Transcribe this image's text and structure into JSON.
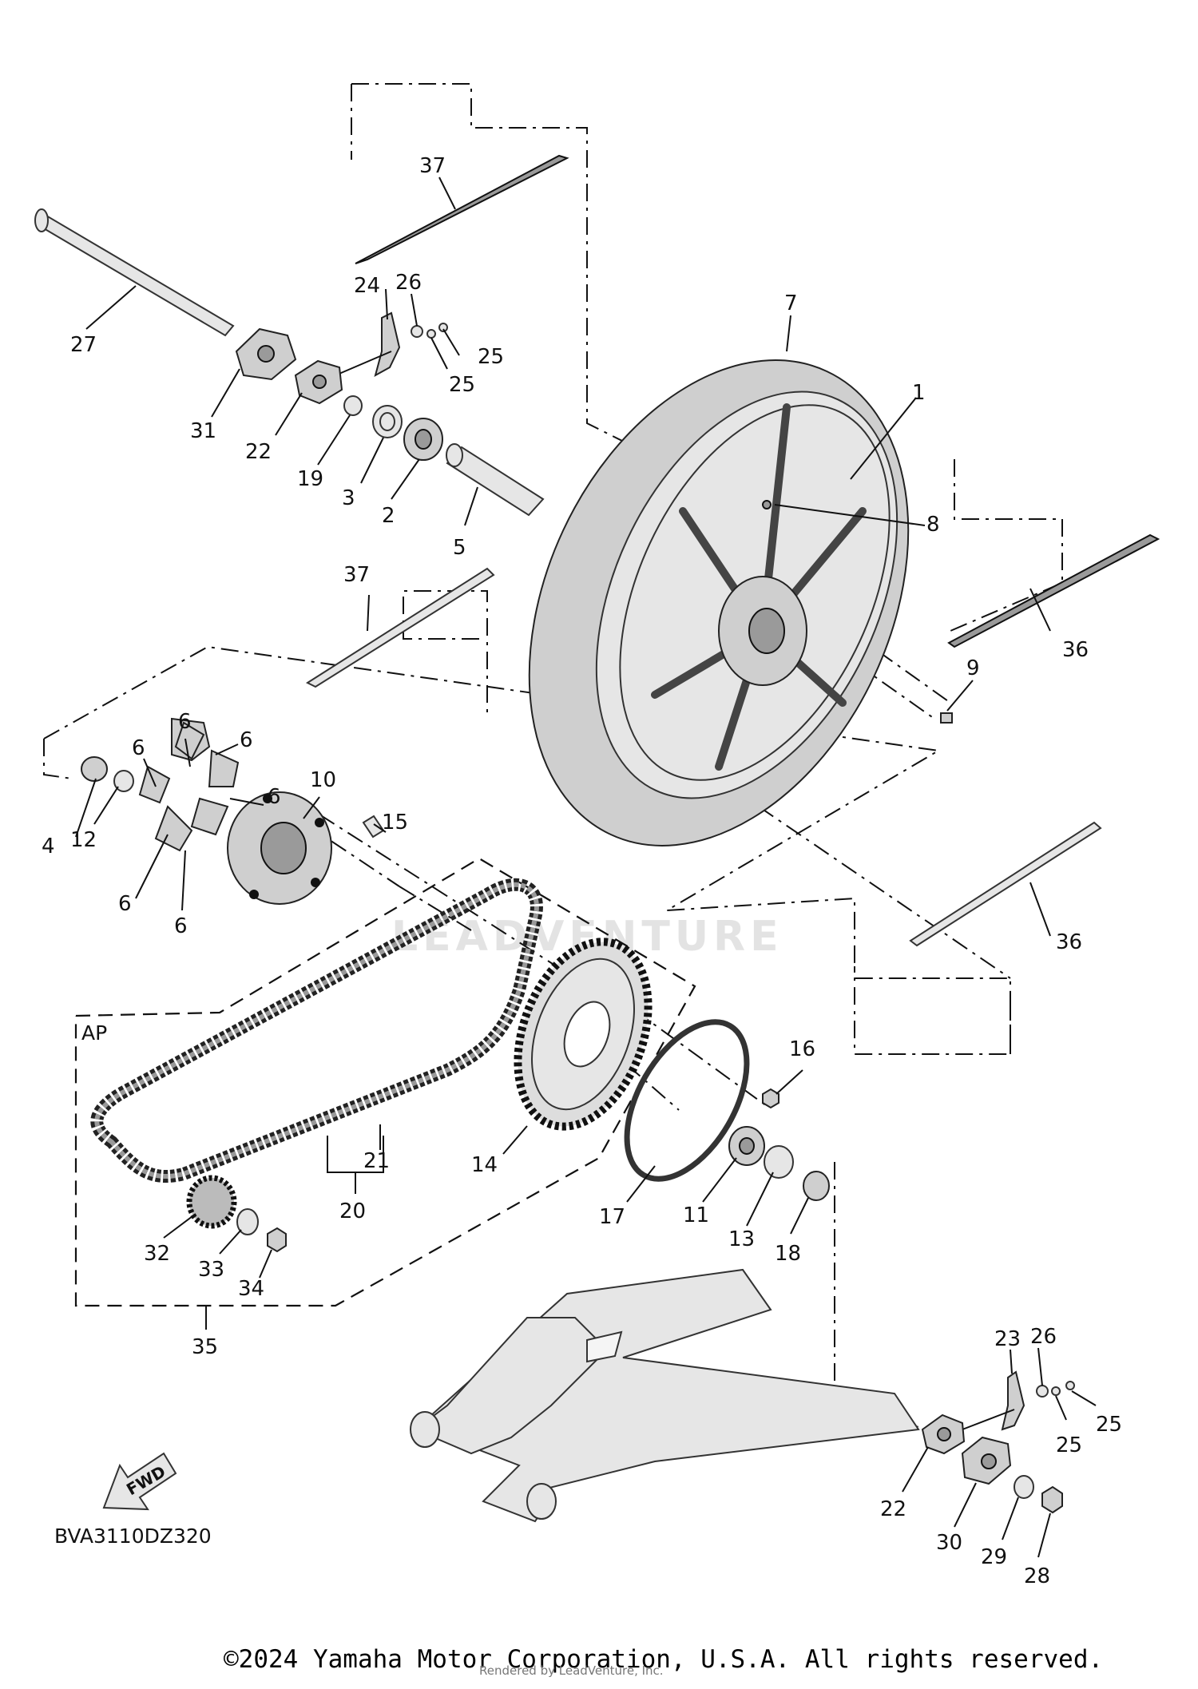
{
  "diagram_code": "BVA3110DZ320",
  "assembly_label": "AP",
  "fwd_label": "FWD",
  "watermark_text": "LEADVENTURE",
  "copyright": "©2024 Yamaha Motor Corporation, U.S.A. All rights reserved.",
  "rendered_by": "Rendered by LeadVenture, Inc.",
  "callouts": {
    "c1": "1",
    "c2": "2",
    "c3": "3",
    "c4": "4",
    "c5": "5",
    "c6a": "6",
    "c6b": "6",
    "c6c": "6",
    "c6d": "6",
    "c6e": "6",
    "c6f": "6",
    "c7": "7",
    "c8": "8",
    "c9": "9",
    "c10": "10",
    "c11": "11",
    "c12": "12",
    "c13": "13",
    "c14": "14",
    "c15": "15",
    "c16": "16",
    "c17": "17",
    "c18": "18",
    "c19": "19",
    "c20": "20",
    "c21": "21",
    "c22a": "22",
    "c22b": "22",
    "c23": "23",
    "c24": "24",
    "c25a": "25",
    "c25b": "25",
    "c25c": "25",
    "c25d": "25",
    "c26a": "26",
    "c26b": "26",
    "c27": "27",
    "c28": "28",
    "c29": "29",
    "c30": "30",
    "c31": "31",
    "c32": "32",
    "c33": "33",
    "c34": "34",
    "c35": "35",
    "c36a": "36",
    "c36b": "36",
    "c37a": "37",
    "c37b": "37"
  },
  "colors": {
    "line": "#111111",
    "part_fill": "#cfcfcf",
    "background": "#ffffff"
  }
}
